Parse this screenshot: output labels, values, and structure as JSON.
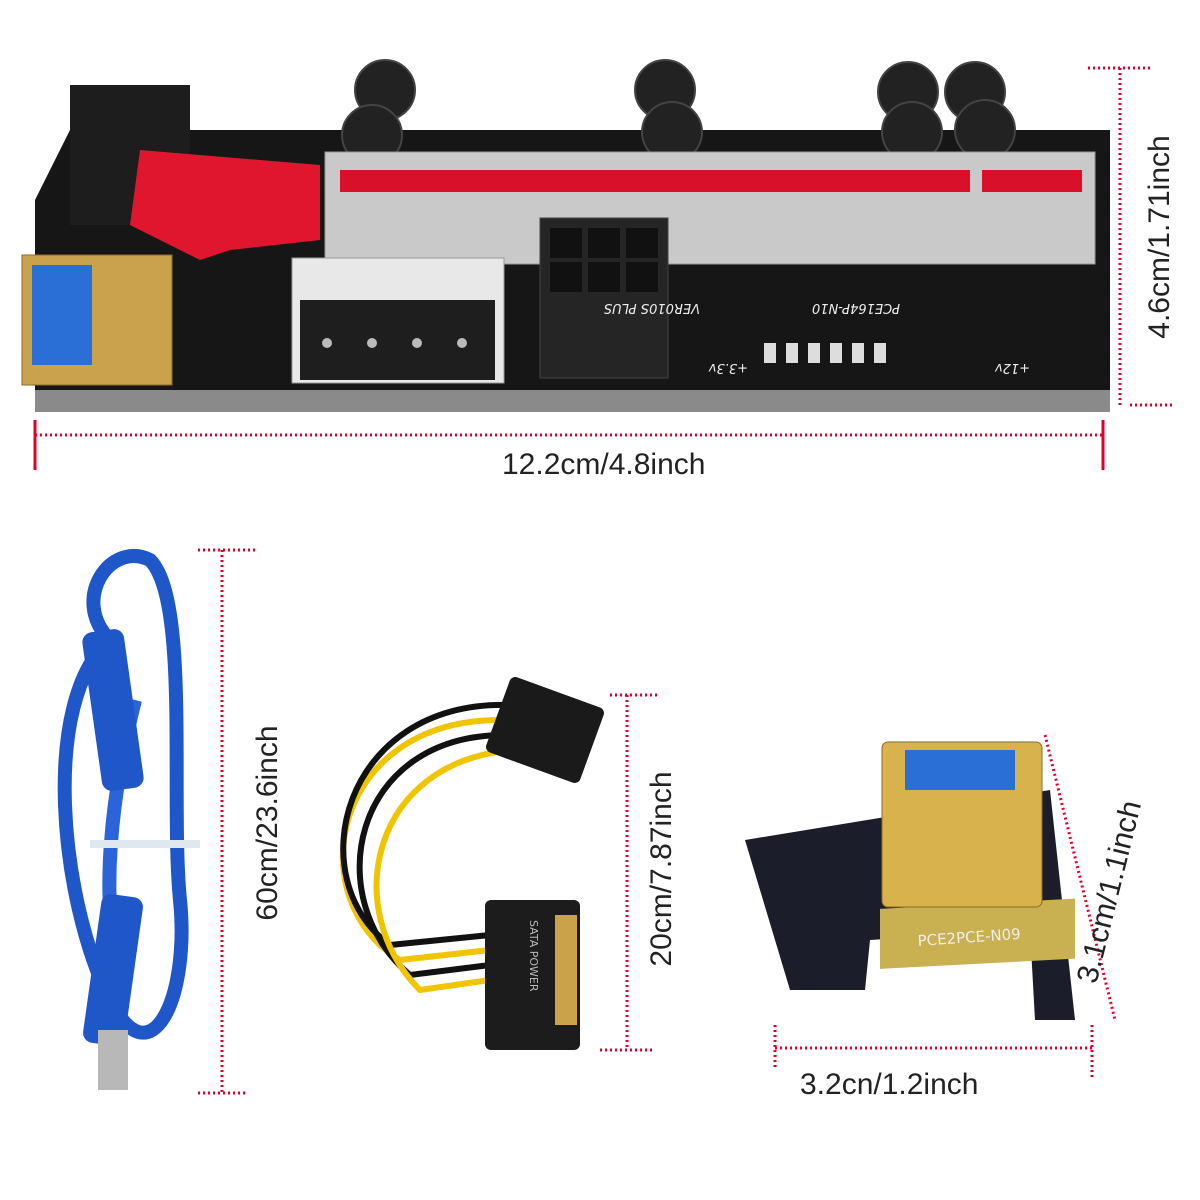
{
  "dimensions": {
    "riser_length": "12.2cm/4.8inch",
    "riser_height": "4.6cm/1.71inch",
    "usb_cable_length": "60cm/23.6inch",
    "power_cable_length": "20cm/7.87inch",
    "adapter_height": "3.1cm/1.1inch",
    "adapter_width": "3.2cn/1.2inch"
  },
  "board_labels": {
    "model": "PCE164P-N10",
    "version": "VER010S PLUS",
    "voltage_low": "+3.3v",
    "voltage_high": "+12v",
    "adapter_model": "PCE2PCE-N09",
    "sata_label": "SATA POWER"
  },
  "colors": {
    "dimension_line": "#e0002a",
    "pcb": "#141414",
    "slot": "#d8102a",
    "cable": "#1f56c8"
  }
}
